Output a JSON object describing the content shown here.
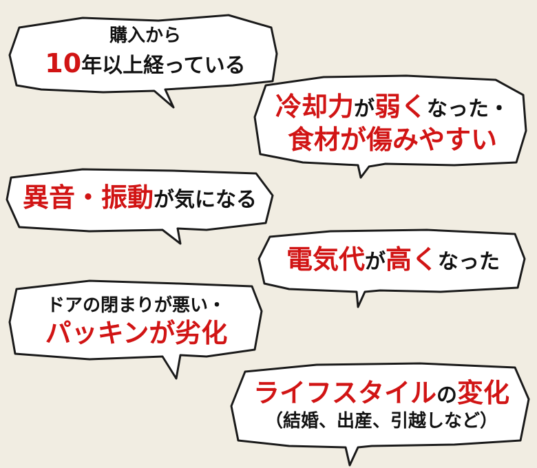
{
  "colors": {
    "accent": "#d11414",
    "text": "#111111",
    "background": "#f1ede2",
    "bubble_fill": "#ffffff",
    "bubble_stroke": "#1a1a1a"
  },
  "bubbles": [
    {
      "lines": [
        [
          {
            "t": "購入から",
            "c": "k",
            "s": "s"
          }
        ],
        [
          {
            "t": "10",
            "c": "r",
            "s": "l"
          },
          {
            "t": "年以上経っている",
            "c": "k",
            "s": "m"
          }
        ]
      ]
    },
    {
      "lines": [
        [
          {
            "t": "冷却力",
            "c": "r",
            "s": "l"
          },
          {
            "t": "が",
            "c": "k",
            "s": "m"
          },
          {
            "t": "弱く",
            "c": "r",
            "s": "l"
          },
          {
            "t": "なった・",
            "c": "k",
            "s": "m"
          }
        ],
        [
          {
            "t": "食材が傷みやすい",
            "c": "r",
            "s": "l"
          }
        ]
      ]
    },
    {
      "lines": [
        [
          {
            "t": "異音・振動",
            "c": "r",
            "s": "l"
          },
          {
            "t": "が気になる",
            "c": "k",
            "s": "m"
          }
        ]
      ]
    },
    {
      "lines": [
        [
          {
            "t": "電気代",
            "c": "r",
            "s": "l"
          },
          {
            "t": "が",
            "c": "k",
            "s": "m"
          },
          {
            "t": "高く",
            "c": "r",
            "s": "l"
          },
          {
            "t": "なった",
            "c": "k",
            "s": "m"
          }
        ]
      ]
    },
    {
      "lines": [
        [
          {
            "t": "ドアの閉まりが悪い・",
            "c": "k",
            "s": "s"
          }
        ],
        [
          {
            "t": "パッキンが劣化",
            "c": "r",
            "s": "l"
          }
        ]
      ]
    },
    {
      "lines": [
        [
          {
            "t": "ライフスタイル",
            "c": "r",
            "s": "l"
          },
          {
            "t": "の",
            "c": "k",
            "s": "m"
          },
          {
            "t": "変化",
            "c": "r",
            "s": "l"
          }
        ],
        [
          {
            "t": "（結婚、出産、引越しなど）",
            "c": "k",
            "s": "s"
          }
        ]
      ]
    }
  ]
}
